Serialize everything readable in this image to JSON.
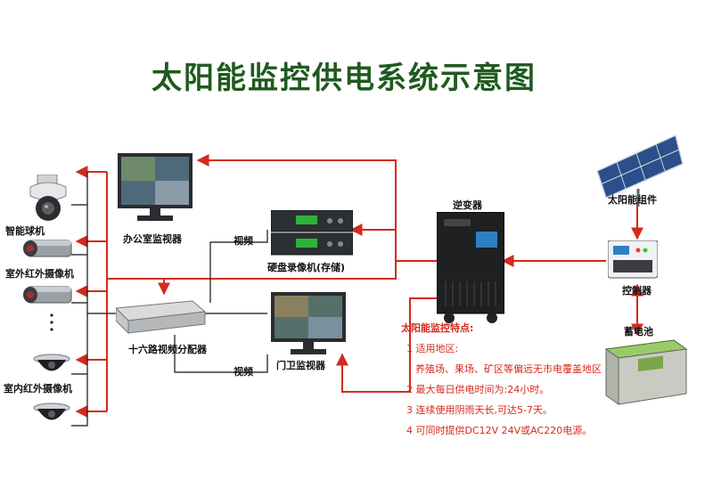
{
  "title": "太阳能监控供电系统示意图",
  "colors": {
    "title": "#1f5a1f",
    "arrow": "#d42a1c",
    "line": "#111111",
    "notes": "#d42a1c"
  },
  "labels": {
    "dome_camera": "智能球机",
    "ir_camera_outdoor": "室外红外摄像机",
    "ir_camera_indoor": "室内红外摄像机",
    "office_monitor": "办公室监视器",
    "dvr": "硬盘录像机(存储)",
    "splitter": "十六路视频分配器",
    "gate_monitor": "门卫监视器",
    "inverter": "逆变器",
    "solar_panel": "太阳能组件",
    "controller": "控制器",
    "battery": "蓄电池",
    "video_1": "视频",
    "video_2": "视频"
  },
  "notes": {
    "heading": "太阳能监控特点:",
    "line1": "1  适用地区:",
    "line1b": "养殖场、果场、矿区等偏远无市电覆盖地区",
    "line2": "2  最大每日供电时间为:24小时。",
    "line3": "3  连续使用阴雨天长,可达5-7天。",
    "line4": "4  可同时提供DC12V 24V或AC220电源。"
  },
  "icons": [
    "dome-camera-icon",
    "ir-camera-icon",
    "monitor-icon",
    "dvr-icon",
    "splitter-icon",
    "inverter-icon",
    "solar-panel-icon",
    "controller-icon",
    "battery-icon",
    "ellipsis-dots"
  ]
}
